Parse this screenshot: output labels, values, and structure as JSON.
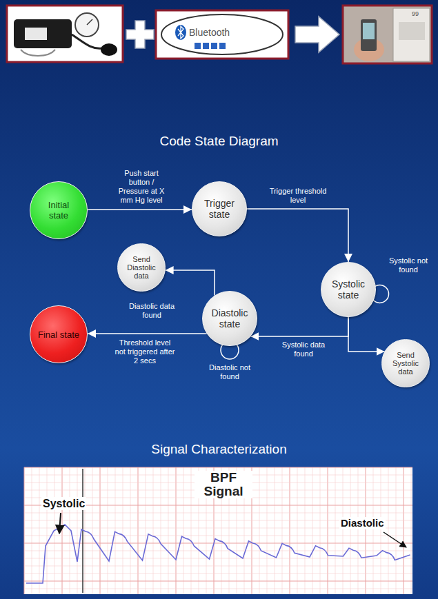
{
  "diagram": {
    "title": "Code State Diagram",
    "nodes": [
      {
        "text": [
          "Initial state"
        ]
      },
      {
        "text": [
          "Trigger state"
        ]
      },
      {
        "text": [
          "Systolic state"
        ]
      },
      {
        "text": [
          "Send Systolic data"
        ]
      },
      {
        "text": [
          "Diastolic state"
        ]
      },
      {
        "text": [
          "Send Diastolic data"
        ]
      },
      {
        "text": [
          "Final state"
        ]
      }
    ],
    "edges": [
      {
        "from": 0,
        "to": 1,
        "label": "Push start button / Pressure at X mm Hg level",
        "arrow": "to"
      },
      {
        "from": 1,
        "to": 2,
        "label": "Trigger threshold level",
        "arrow": "to"
      },
      {
        "from": 2,
        "to": 2,
        "label": "Systolic not found",
        "arrow": "none"
      },
      {
        "from": 2,
        "to": 3,
        "arrow": "to"
      },
      {
        "from": 2,
        "to": 4,
        "label": "Systolic data found",
        "arrow": "to"
      },
      {
        "from": 4,
        "to": 5,
        "label": "Diastolic data found",
        "arrow": "to"
      },
      {
        "from": 4,
        "to": 6,
        "label": "Threshold level not triggered after 2 secs",
        "arrow": "to"
      },
      {
        "from": 4,
        "to": 4,
        "label": "Diastolic not found",
        "arrow": "none"
      }
    ],
    "labels": [
      "Bluetooth",
      "99",
      "Signal Characterization",
      "BPF Signal",
      "Systolic",
      "Diastolic"
    ]
  }
}
